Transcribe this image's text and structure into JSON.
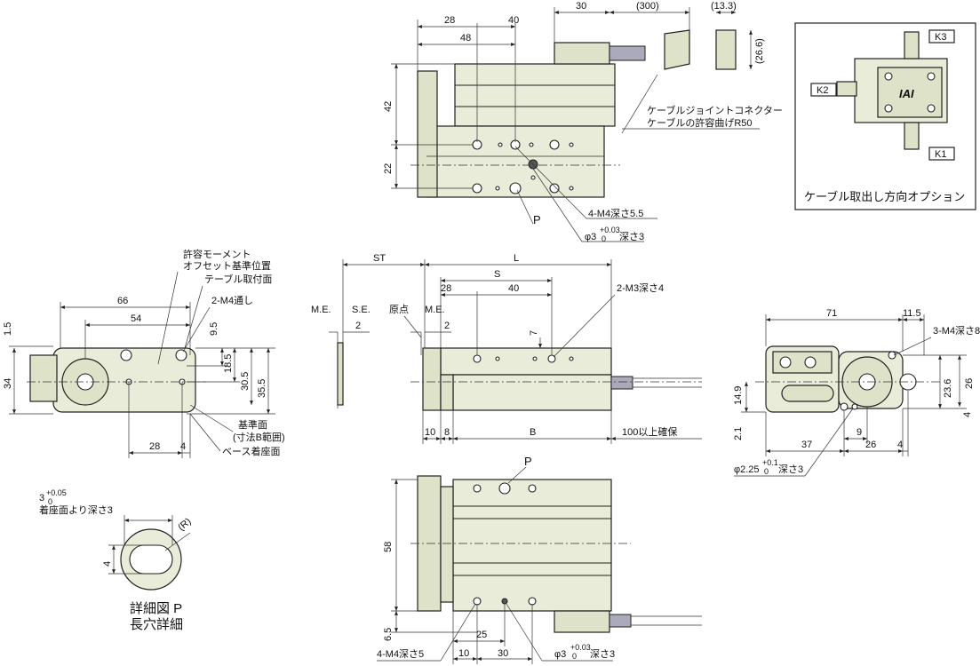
{
  "top_view": {
    "dims": {
      "d28": "28",
      "d40": "40",
      "d30": "30",
      "d300": "(300)",
      "d13_3": "(13.3)",
      "d48": "48",
      "d42": "42",
      "d22": "22",
      "d26_6": "(26.6)"
    },
    "cable_note_1": "ケーブルジョイントコネクター",
    "cable_note_2": "ケーブルの許容曲げR50",
    "label_p": "P",
    "tap_note": "4-M4深さ5.5",
    "pin_note": "φ3",
    "pin_tol": "+0.03",
    "pin_tol0": "0",
    "pin_depth": "深さ3"
  },
  "option_box": {
    "caption": "ケーブル取出し方向オプション",
    "k1": "K1",
    "k2": "K2",
    "k3": "K3",
    "logo": "IAI"
  },
  "left_view": {
    "moment_1": "許容モーメント",
    "moment_2": "オフセット基準位置",
    "table_mount": "テーブル取付面",
    "thru_tap": "2-M4通し",
    "dims": {
      "d66": "66",
      "d54": "54",
      "d1_5": "1.5",
      "d34": "34",
      "d9_5": "9.5",
      "d18_5": "18.5",
      "d30_5": "30.5",
      "d35_5": "35.5",
      "d28": "28",
      "d4": "4"
    },
    "ref_1": "基準面",
    "ref_2": "(寸法B範囲)",
    "base_seat": "ベース着座面"
  },
  "front_view": {
    "dims": {
      "st": "ST",
      "l": "L",
      "s": "S",
      "d28": "28",
      "d40": "40",
      "d7": "7",
      "d10": "10",
      "d8": "8",
      "b": "B",
      "d100": "100以上確保",
      "d2a": "2",
      "d2b": "2"
    },
    "me1": "M.E.",
    "se": "S.E.",
    "origin": "原点",
    "me2": "M.E.",
    "tap_note": "2-M3深さ4"
  },
  "right_view": {
    "dims": {
      "d71": "71",
      "d11_5": "11.5",
      "d14_9": "14.9",
      "d2_1": "2.1",
      "d23_6": "23.6",
      "d26a": "26",
      "d4a": "4",
      "d37": "37",
      "d9": "9",
      "d26b": "26",
      "d4b": "4"
    },
    "tap_note": "3-M4深さ8",
    "pin_note": "φ2.25",
    "pin_tol": "+0.1",
    "pin_tol0": "0",
    "pin_depth": "深さ3"
  },
  "detail_p": {
    "size": "3",
    "size_tol": "+0.05",
    "size_tol0": "0",
    "depth_note": "着座面より深さ3",
    "radius": "(R)",
    "d4": "4",
    "caption_1": "詳細図 P",
    "caption_2": "長穴詳細"
  },
  "bottom_view": {
    "label_p": "P",
    "dims": {
      "d58": "58",
      "d6_5": "6.5",
      "d25": "25",
      "d10": "10",
      "d30": "30"
    },
    "tap_note": "4-M4深さ5",
    "pin_note": "φ3",
    "pin_tol": "+0.03",
    "pin_tol0": "0",
    "pin_depth": "深さ3"
  }
}
